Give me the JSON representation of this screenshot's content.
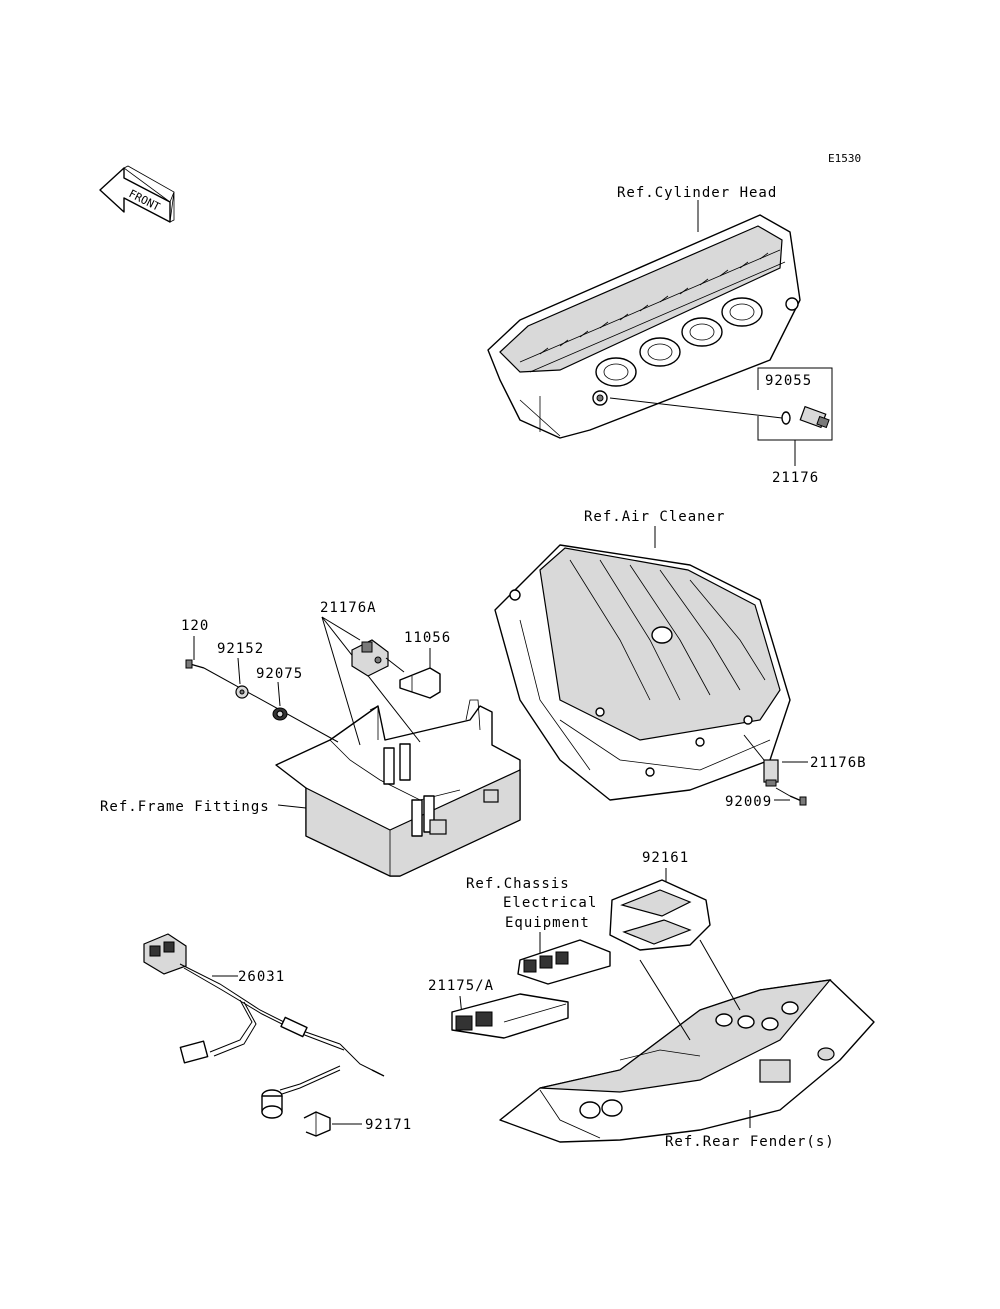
{
  "diagram_code": "E1530",
  "front_arrow_label": "FRONT",
  "references": {
    "cylinder_head": "Ref.Cylinder Head",
    "air_cleaner": "Ref.Air Cleaner",
    "frame_fittings": "Ref.Frame Fittings",
    "chassis_line1": "Ref.Chassis",
    "chassis_line2": "Electrical",
    "chassis_line3": "Equipment",
    "rear_fender": "Ref.Rear Fender(s)"
  },
  "parts": {
    "p92055": "92055",
    "p21176": "21176",
    "p21176A": "21176A",
    "p11056": "11056",
    "p120": "120",
    "p92152": "92152",
    "p92075": "92075",
    "p21176B": "21176B",
    "p92009": "92009",
    "p92161": "92161",
    "p21175A": "21175/A",
    "p26031": "26031",
    "p92171": "92171"
  }
}
